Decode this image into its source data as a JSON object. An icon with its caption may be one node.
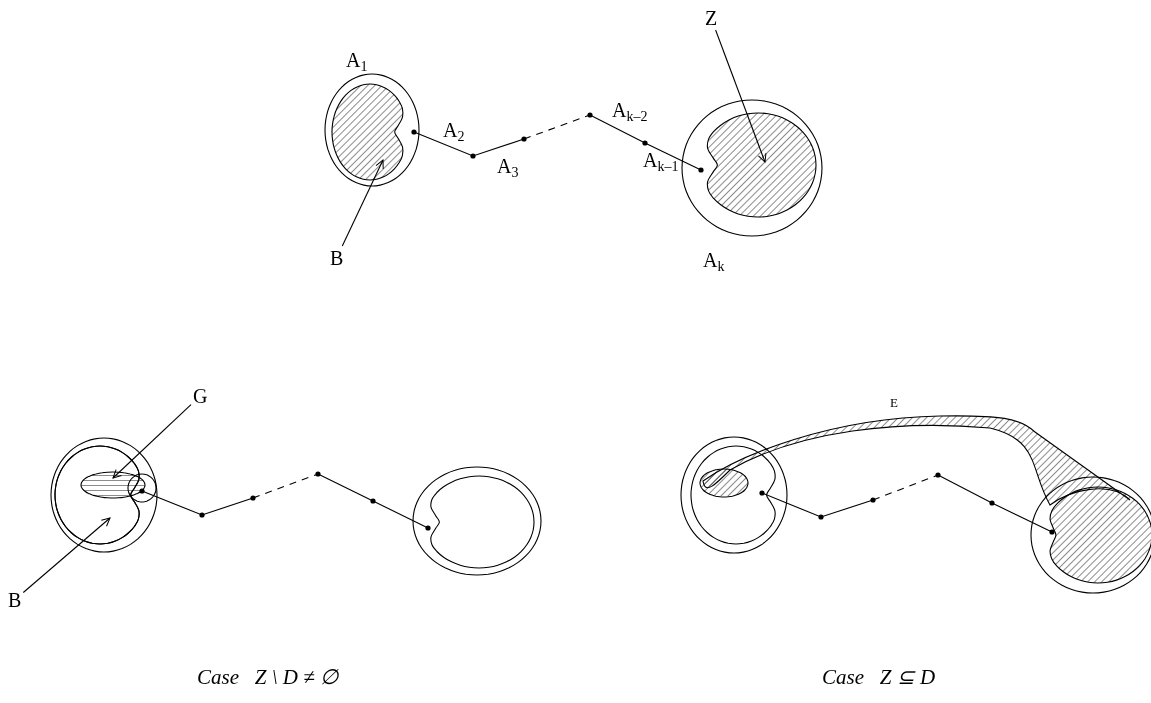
{
  "diagram": {
    "nodes": [
      {
        "text": [
          "Z"
        ]
      },
      {
        "text": [],
        "shape": "blob"
      },
      {
        "text": [
          "B"
        ]
      },
      {
        "text": [],
        "shape": "blob"
      },
      {
        "text": [
          "G"
        ]
      },
      {
        "text": [],
        "shape": "blob"
      },
      {
        "text": [
          "B"
        ]
      },
      {
        "text": [],
        "shape": "blob"
      }
    ],
    "edges": [
      {
        "from": 0,
        "to": 1,
        "arrow": "to"
      },
      {
        "from": 2,
        "to": 3,
        "arrow": "to"
      },
      {
        "from": 4,
        "to": 5,
        "arrow": "to"
      },
      {
        "from": 6,
        "to": 7,
        "arrow": "to"
      }
    ],
    "labels": [
      "A$_{1}$",
      "A$_{2}$",
      "A$_{3}$",
      "A$_{k–2}$",
      "A$_{k–1}$",
      "A$_{k}$",
      "E",
      "Case   Z \\ D ≠ ∅",
      "Case   Z ⊆ D"
    ]
  }
}
